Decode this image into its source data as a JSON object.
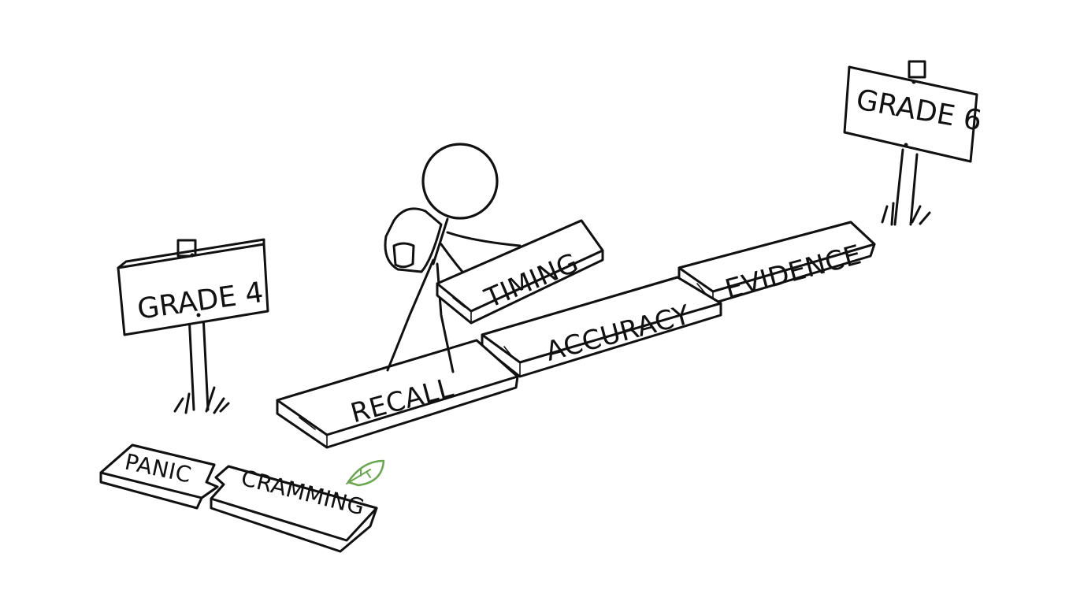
{
  "signs": {
    "start": "GRADE 4",
    "goal": "GRADE 6"
  },
  "path_planks": {
    "step_1": "RECALL",
    "step_2": "ACCURACY",
    "step_3": "EVIDENCE",
    "carried": "TIMING"
  },
  "broken_plank": {
    "left_piece": "PANIC",
    "right_piece": "CRAMMING"
  },
  "colors": {
    "ink": "#111111",
    "leaf": "#6aa84f",
    "background": "#ffffff"
  },
  "icons": {
    "leaf": "leaf-icon"
  }
}
